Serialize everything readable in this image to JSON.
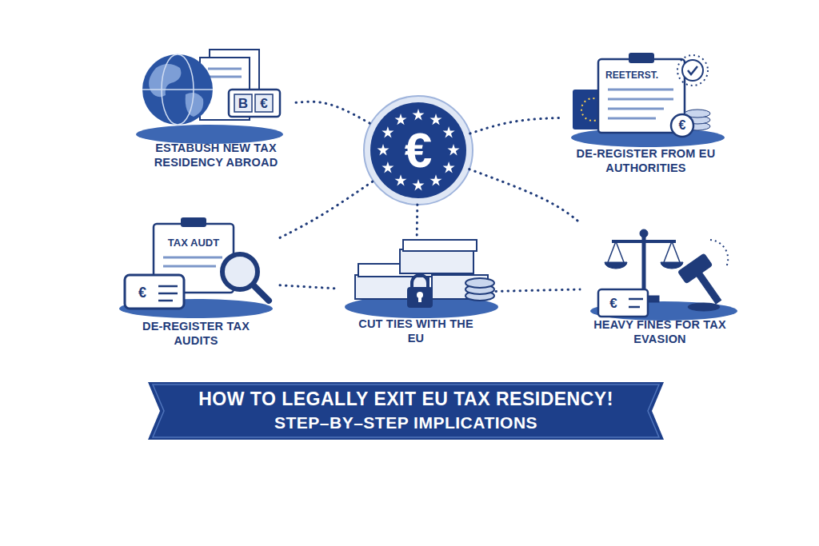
{
  "diagram": {
    "nodes": [
      {
        "text": [
          "ESTABUSH NEW TAX RESIDENCY ABROAD"
        ]
      },
      {
        "text": [
          "€"
        ]
      },
      {
        "text": [
          "DE-REGISTER FROM EU AUTHORITIES"
        ]
      },
      {
        "text": [
          "DE-REGISTER TAX AUDITS"
        ]
      },
      {
        "text": [
          "CUT TIES WITH THE EU"
        ]
      },
      {
        "text": [
          "HEAVY FINES FOR TAX EVASION"
        ]
      },
      {
        "text": [
          "HOW TO LEGALLY EXIT EU TAX RESIDENCY!",
          "STEP–BY–STEP IMPLICATIONS"
        ]
      }
    ],
    "edges": [
      {
        "from": 0,
        "to": 1,
        "arrow": "none"
      },
      {
        "from": 1,
        "to": 2,
        "arrow": "none"
      },
      {
        "from": 1,
        "to": 4,
        "arrow": "none"
      },
      {
        "from": 3,
        "to": 1,
        "arrow": "none"
      },
      {
        "from": 3,
        "to": 4,
        "arrow": "none"
      },
      {
        "from": 4,
        "to": 5,
        "arrow": "none"
      },
      {
        "from": 1,
        "to": 5,
        "arrow": "none"
      }
    ],
    "labels": [
      "B",
      "€",
      "REETERST.",
      "€",
      "TAX AUDT",
      "€",
      "€"
    ]
  }
}
